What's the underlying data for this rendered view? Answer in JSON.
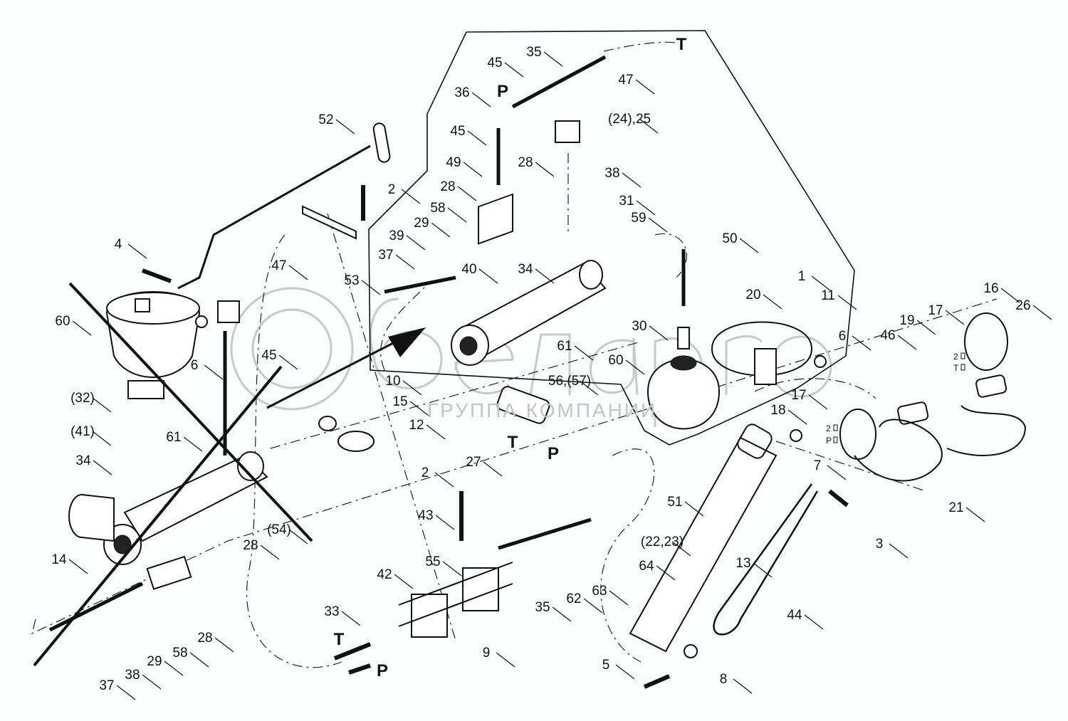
{
  "diagram": {
    "watermark": {
      "logo_text": "белаpro",
      "subtitle": "ГРУППА КОМПАНИИ"
    },
    "part_labels": [
      "T",
      "35",
      "45",
      "47",
      "36",
      "P",
      "45",
      "(24),25",
      "49",
      "28",
      "38",
      "28",
      "2",
      "52",
      "58",
      "31",
      "29",
      "59",
      "39",
      "50",
      "37",
      "40",
      "34",
      "4",
      "47",
      "53",
      "1",
      "20",
      "11",
      "16",
      "26",
      "17",
      "60",
      "30",
      "19",
      "46",
      "6",
      "45",
      "61",
      "6",
      "60",
      "10",
      "56,(57)",
      "15",
      "17",
      "(32)",
      "18",
      "12",
      "(41)",
      "T",
      "P",
      "61",
      "7",
      "34",
      "27",
      "2",
      "51",
      "(54)",
      "28",
      "43",
      "(22,23)",
      "3",
      "21",
      "14",
      "64",
      "42",
      "55",
      "13",
      "35",
      "62",
      "63",
      "44",
      "28",
      "58",
      "29",
      "33",
      "T",
      "9",
      "38",
      "P",
      "37",
      "5",
      "8"
    ],
    "port_marks": [
      "2",
      "P",
      "2",
      "T"
    ],
    "crossed_out": true
  }
}
